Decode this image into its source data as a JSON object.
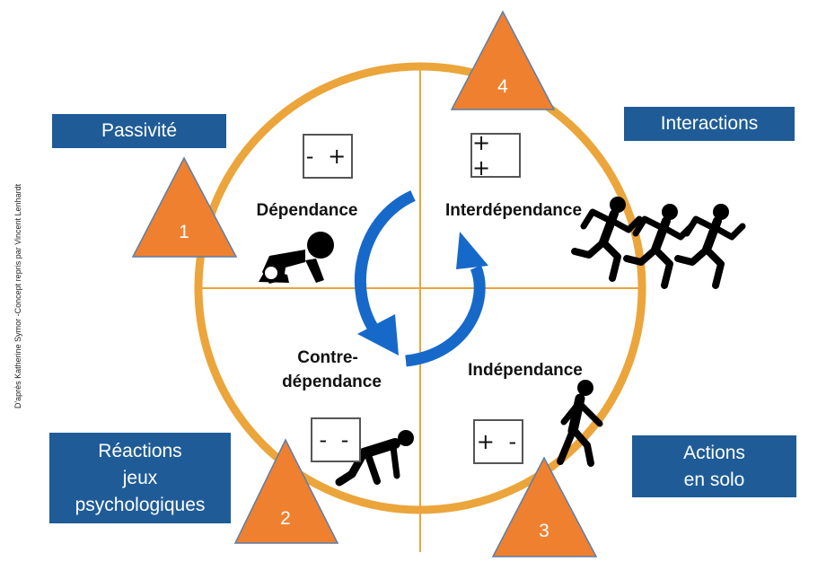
{
  "credit": "D'après Katherine Symor -Concept repris par Vincent Lenhardt",
  "boxes": {
    "passivite": [
      "Passivité"
    ],
    "interactions": [
      "Interactions"
    ],
    "reactions": [
      "Réactions",
      "jeux",
      "psychologiques"
    ],
    "actions": [
      "Actions",
      "en solo"
    ]
  },
  "quadrants": {
    "dependance": "Dépendance",
    "interdependance": "Interdépendance",
    "contre_1": "Contre-",
    "contre_2": "dépendance",
    "independance": "Indépendance"
  },
  "signs": {
    "dependance": "- +",
    "interdependance": "+ +",
    "contre": "- -",
    "independance": "+ -"
  },
  "triangles": {
    "t1": "1",
    "t2": "2",
    "t3": "3",
    "t4": "4"
  },
  "colors": {
    "ring": "#eba53b",
    "box": "#1f5c97",
    "triangle": "#ef8030",
    "arrow": "#1669c9",
    "divider": "#eba53b"
  },
  "icons": {
    "dependance": "crawling-baby-icon",
    "contre": "crouching-runner-icon",
    "independance": "walking-person-icon",
    "interdependance": "running-group-icon"
  }
}
